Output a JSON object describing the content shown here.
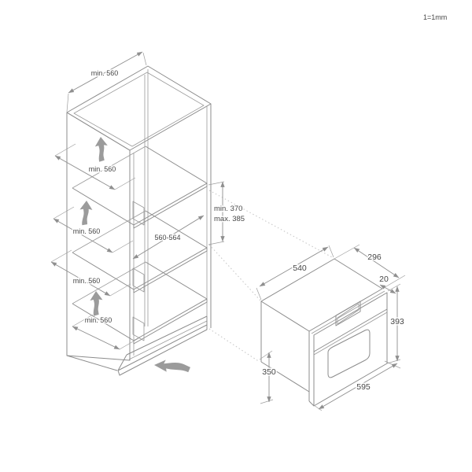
{
  "diagram": {
    "scale_note": "1=1mm",
    "cabinet_dims": {
      "top_width": "min. 560",
      "upper_depth": "min. 560",
      "middle_depth": "min. 560",
      "lower_depth": "min. 560",
      "bottom_depth": "min. 560",
      "niche_width": "560-564",
      "niche_height_min": "min. 370",
      "niche_height_max": "max. 385"
    },
    "oven_dims": {
      "carcass_width": "540",
      "carcass_depth": "296",
      "front_overhang": "20",
      "front_height": "393",
      "carcass_height": "350",
      "front_width": "595"
    },
    "colors": {
      "line": "#8c8c8c",
      "dimension": "#8f8f8f",
      "arrow": "#9b9b9b",
      "projection": "#c9c9c9",
      "text": "#474747",
      "background": "#ffffff"
    }
  }
}
